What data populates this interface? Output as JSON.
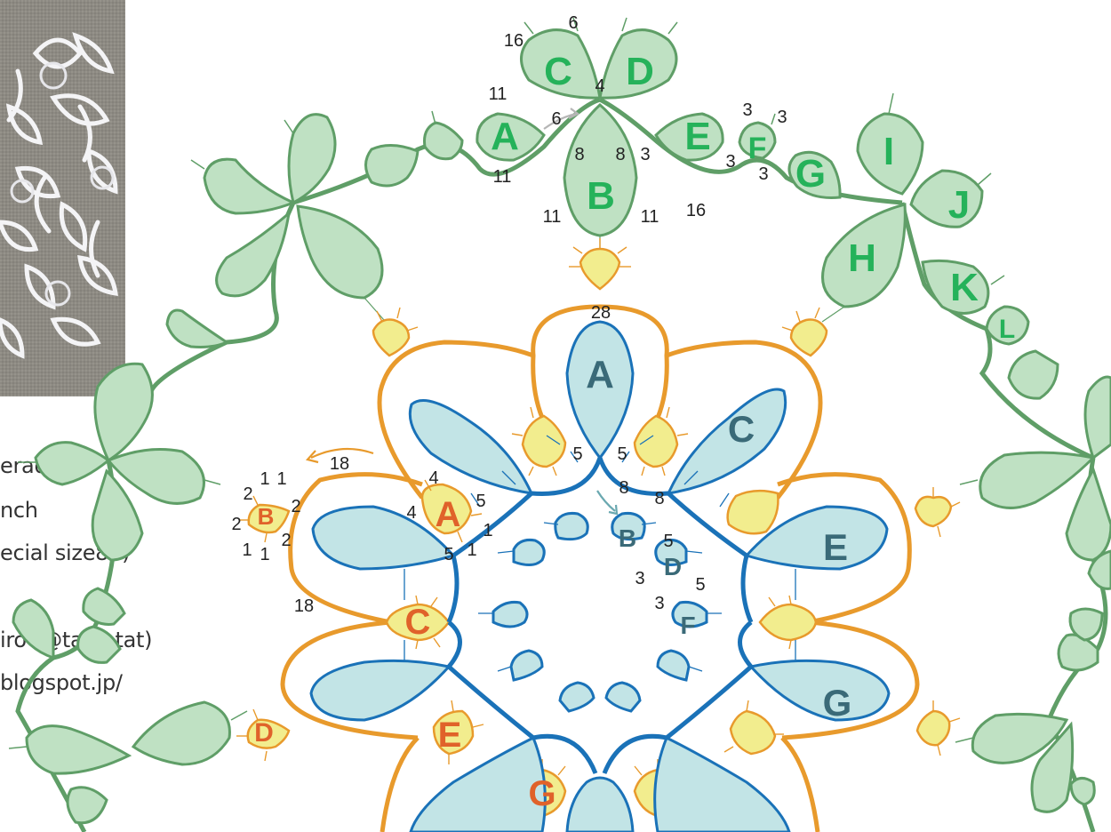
{
  "colors": {
    "green_fill": "#bfe1c3",
    "green_stroke": "#5f9e67",
    "green_text": "#25b25a",
    "blue_fill": "#c2e4e6",
    "blue_stroke": "#1a72b8",
    "blue_text": "#3a6a78",
    "orange_stroke": "#e89a2c",
    "orange_text": "#e0622a",
    "yellow_fill": "#f2ed8e",
    "count_text": "#222222"
  },
  "credit_lines": [
    "erad",
    "nch",
    "ecial size80)",
    "iro (@tass_tat)",
    "blogspot.jp/"
  ],
  "outer_labels": {
    "A": "A",
    "B": "B",
    "C": "C",
    "D": "D",
    "E": "E",
    "F": "F",
    "G": "G",
    "H": "H",
    "I": "I",
    "J": "J",
    "K": "K",
    "L": "L"
  },
  "outer_counts": {
    "c16": "16",
    "c6_top": "6",
    "c4": "4",
    "c11_a": "11",
    "c6_arrow": "6",
    "c11_b": "11",
    "c8_l": "8",
    "c8_r": "8",
    "c3_e": "3",
    "c3_f1": "3",
    "c3_f2": "3",
    "c3_f3": "3",
    "c3_f4": "3",
    "c11_bl": "11",
    "c11_br": "11",
    "c16_br": "16"
  },
  "middle_labels": {
    "A": "A",
    "B": "B",
    "C": "C",
    "D": "D",
    "E": "E",
    "G": "G"
  },
  "middle_counts": {
    "c18_arrow": "18",
    "c1a": "1",
    "c1b": "1",
    "c2a": "2",
    "c2b": "2",
    "c2c": "2",
    "c2d": "2",
    "c1c": "1",
    "c1d": "1",
    "c4a": "4",
    "c4b": "4",
    "c5a": "5",
    "c1e": "1",
    "c5b": "5",
    "c1f": "1",
    "c18": "18",
    "c28": "28"
  },
  "inner_labels": {
    "A": "A",
    "B": "B",
    "C": "C",
    "D": "D",
    "E": "E",
    "F": "F",
    "G": "G"
  },
  "inner_counts": {
    "c5l": "5",
    "c5r": "5",
    "c8l": "8",
    "c8r": "8",
    "c5d": "5",
    "c3d": "3",
    "c5d2": "5",
    "c3f": "3"
  }
}
